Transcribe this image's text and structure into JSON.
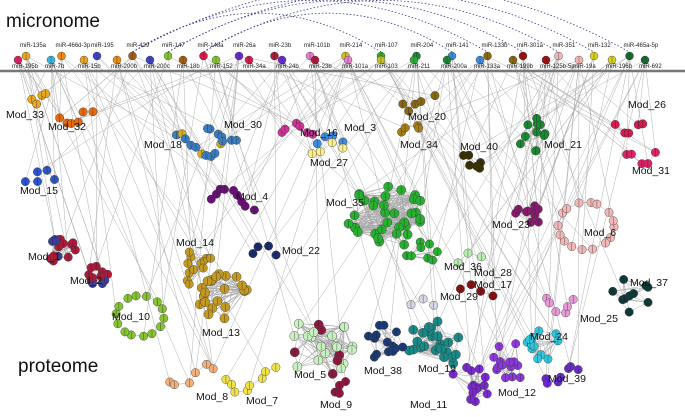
{
  "sections": {
    "top": "micronome",
    "bottom": "proteome"
  },
  "colors": {
    "edge": "#a8a8a8",
    "divider": "#777777",
    "dotted_arc": "#3a3a8a",
    "node_stroke": "#333333",
    "split_line": "#222222"
  },
  "mirnas": {
    "row_upper": [
      "miR-135a",
      "miR-466d-3p",
      "miR-195",
      "miR-429",
      "miR-147",
      "miR-148a",
      "miR-26a",
      "miR-23b",
      "miR-101b",
      "miR-214",
      "miR-107",
      "miR-204",
      "miR-141",
      "miR-133b",
      "miR-301a",
      "miR-351",
      "miR-132",
      "miR-465a-5p"
    ],
    "row_lower": [
      "miR-195b",
      "miR-7b",
      "miR-15b",
      "miR-200b",
      "miR-200c",
      "miR-18b",
      "miR-152",
      "miR-34a",
      "miR-24b",
      "miR-23b",
      "miR-101a",
      "miR-103",
      "miR-211",
      "miR-200a",
      "miR-133a",
      "miR-199b",
      "miR-125b-5p",
      "miR-19a",
      "miR-196b",
      "miR-692"
    ]
  },
  "modules": [
    {
      "id": "Mod_1",
      "label": "Mod_1",
      "color": "#b01a3a",
      "color2": "#3a3f9e"
    },
    {
      "id": "Mod_2",
      "label": "Mod_2",
      "color": "#b01a3a",
      "color2": "#3a3f9e"
    },
    {
      "id": "Mod_3",
      "label": "Mod_3",
      "color": "#3b8de0"
    },
    {
      "id": "Mod_4",
      "label": "Mod_4",
      "color": "#6a0f7a"
    },
    {
      "id": "Mod_5",
      "label": "Mod_5",
      "color": "#c8f0c0",
      "color2": "#8c1a40"
    },
    {
      "id": "Mod_6",
      "label": "Mod_6",
      "color": "#f4b8b8"
    },
    {
      "id": "Mod_7",
      "label": "Mod_7",
      "color": "#f2e24a"
    },
    {
      "id": "Mod_8",
      "label": "Mod_8",
      "color": "#f3b07a"
    },
    {
      "id": "Mod_9",
      "label": "Mod_9",
      "color": "#8c1a40"
    },
    {
      "id": "Mod_10",
      "label": "Mod_10",
      "color": "#86c430"
    },
    {
      "id": "Mod_11",
      "label": "Mod_11",
      "color": "#7b2ad0"
    },
    {
      "id": "Mod_12",
      "label": "Mod_12",
      "color": "#8b3ad8"
    },
    {
      "id": "Mod_13",
      "label": "Mod_13",
      "color": "#c49a20"
    },
    {
      "id": "Mod_14",
      "label": "Mod_14",
      "color": "#c49a20"
    },
    {
      "id": "Mod_15",
      "label": "Mod_15",
      "color": "#2f56c8"
    },
    {
      "id": "Mod_16",
      "label": "Mod_16",
      "color": "#d0329a"
    },
    {
      "id": "Mod_17",
      "label": "Mod_17",
      "color": "#8a1010"
    },
    {
      "id": "Mod_18",
      "label": "Mod_18",
      "color": "#3a7ec2",
      "color2": "#d8b020"
    },
    {
      "id": "Mod_19",
      "label": "Mod_19",
      "color": "#1a8a88"
    },
    {
      "id": "Mod_20",
      "label": "Mod_20",
      "color": "#8a6a10"
    },
    {
      "id": "Mod_21",
      "label": "Mod_21",
      "color": "#1a8a30"
    },
    {
      "id": "Mod_22",
      "label": "Mod_22",
      "color": "#1a2a70"
    },
    {
      "id": "Mod_23",
      "label": "Mod_23",
      "color": "#8a1a70"
    },
    {
      "id": "Mod_24",
      "label": "Mod_24",
      "color": "#30c8e0"
    },
    {
      "id": "Mod_25",
      "label": "Mod_25",
      "color": "#e89ad8"
    },
    {
      "id": "Mod_26",
      "label": "Mod_26",
      "color": "#d81a50"
    },
    {
      "id": "Mod_27",
      "label": "Mod_27",
      "color": "#fff08a"
    },
    {
      "id": "Mod_28",
      "label": "Mod_28",
      "color": "#b8f0b0"
    },
    {
      "id": "Mod_29",
      "label": "Mod_29",
      "color": "#d8d8e8"
    },
    {
      "id": "Mod_30",
      "label": "Mod_30",
      "color": "#3a7ec2"
    },
    {
      "id": "Mod_31",
      "label": "Mod_31",
      "color": "#e0206a"
    },
    {
      "id": "Mod_32",
      "label": "Mod_32",
      "color": "#e86a10"
    },
    {
      "id": "Mod_33",
      "label": "Mod_33",
      "color": "#e8a820"
    },
    {
      "id": "Mod_34",
      "label": "Mod_34",
      "color": "#a88010"
    },
    {
      "id": "Mod_35",
      "label": "Mod_35",
      "color": "#28b030"
    },
    {
      "id": "Mod_36",
      "label": "Mod_36",
      "color": "#28b030"
    },
    {
      "id": "Mod_37",
      "label": "Mod_37",
      "color": "#0f3a3a"
    },
    {
      "id": "Mod_38",
      "label": "Mod_38",
      "color": "#1a3a78"
    },
    {
      "id": "Mod_39",
      "label": "Mod_39",
      "color": "#6a2ad0"
    },
    {
      "id": "Mod_40",
      "label": "Mod_40",
      "color": "#3a3000"
    }
  ]
}
